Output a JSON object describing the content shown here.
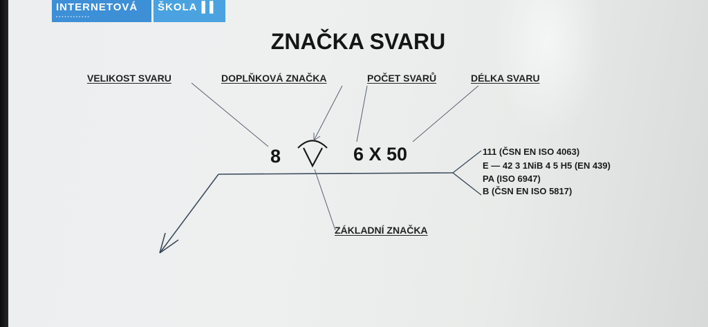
{
  "logos": {
    "internet": "INTERNETOVÁ",
    "skola": "ŠKOLA"
  },
  "title": "ZNAČKA SVARU",
  "labels": {
    "velikost": "VELIKOST SVARU",
    "doplnkova": "DOPLŇKOVÁ ZNAČKA",
    "pocet": "POČET SVARŮ",
    "delka": "DÉLKA SVARU",
    "zakladni": "ZÁKLADNÍ ZNAČKA"
  },
  "symbol": {
    "size": "8",
    "count_length": "6 X 50"
  },
  "spec_lines": [
    "111 (ČSN EN ISO 4063)",
    "E — 42 3 1NiB 4 5 H5 (EN 439)",
    "PA (ISO 6947)",
    "B (ČSN EN ISO 5817)"
  ]
}
